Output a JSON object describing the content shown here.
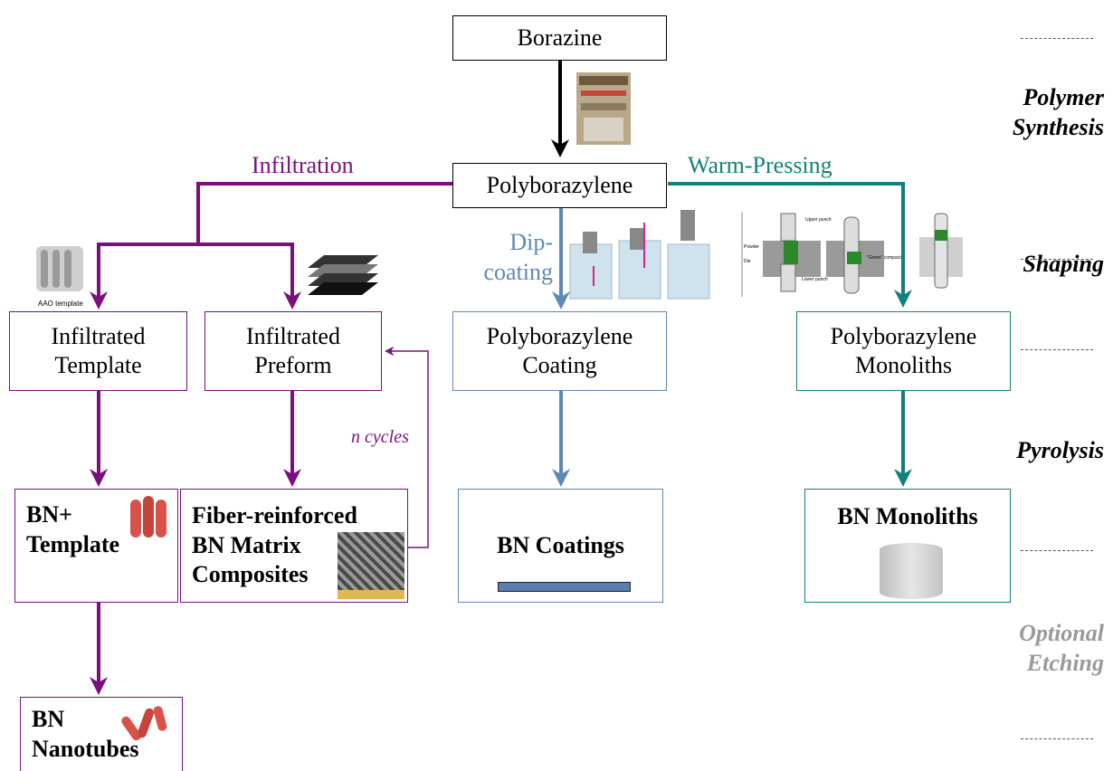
{
  "nodes": {
    "borazine": "Borazine",
    "polyborazylene": "Polyborazylene",
    "infil_template": [
      "Infiltrated",
      "Template"
    ],
    "infil_preform": [
      "Infiltrated",
      "Preform"
    ],
    "pb_coating": [
      "Polyborazylene",
      "Coating"
    ],
    "pb_monoliths": [
      "Polyborazylene",
      "Monoliths"
    ],
    "bn_template": [
      "BN+",
      "Template"
    ],
    "fiber_comp": [
      "Fiber-reinforced",
      "BN Matrix",
      "Composites"
    ],
    "bn_coatings": "BN Coatings",
    "bn_monoliths": "BN Monoliths",
    "bn_nanotubes": [
      "BN",
      "Nanotubes"
    ]
  },
  "edge_labels": {
    "infiltration": "Infiltration",
    "warm_pressing": "Warm-Pressing",
    "dip_coating": [
      "Dip-",
      "coating"
    ],
    "n_cycles": "n cycles"
  },
  "stages": {
    "polymer_synthesis": [
      "Polymer",
      "Synthesis"
    ],
    "shaping": "Shaping",
    "pyrolysis": "Pyrolysis",
    "optional_etching": [
      "Optional",
      "Etching"
    ]
  },
  "image_texts": {
    "aao_template": "AAO template",
    "upper_punch": "Upper punch",
    "powder": "Powder",
    "die": "Die",
    "lower_punch": "Lower punch",
    "green_compact": "\"Green\" compact"
  },
  "colors": {
    "purple": "#7a0f7d",
    "blue": "#5f88b5",
    "teal": "#14807a",
    "black": "#000000",
    "grey_stage": "#9a9a9a"
  }
}
